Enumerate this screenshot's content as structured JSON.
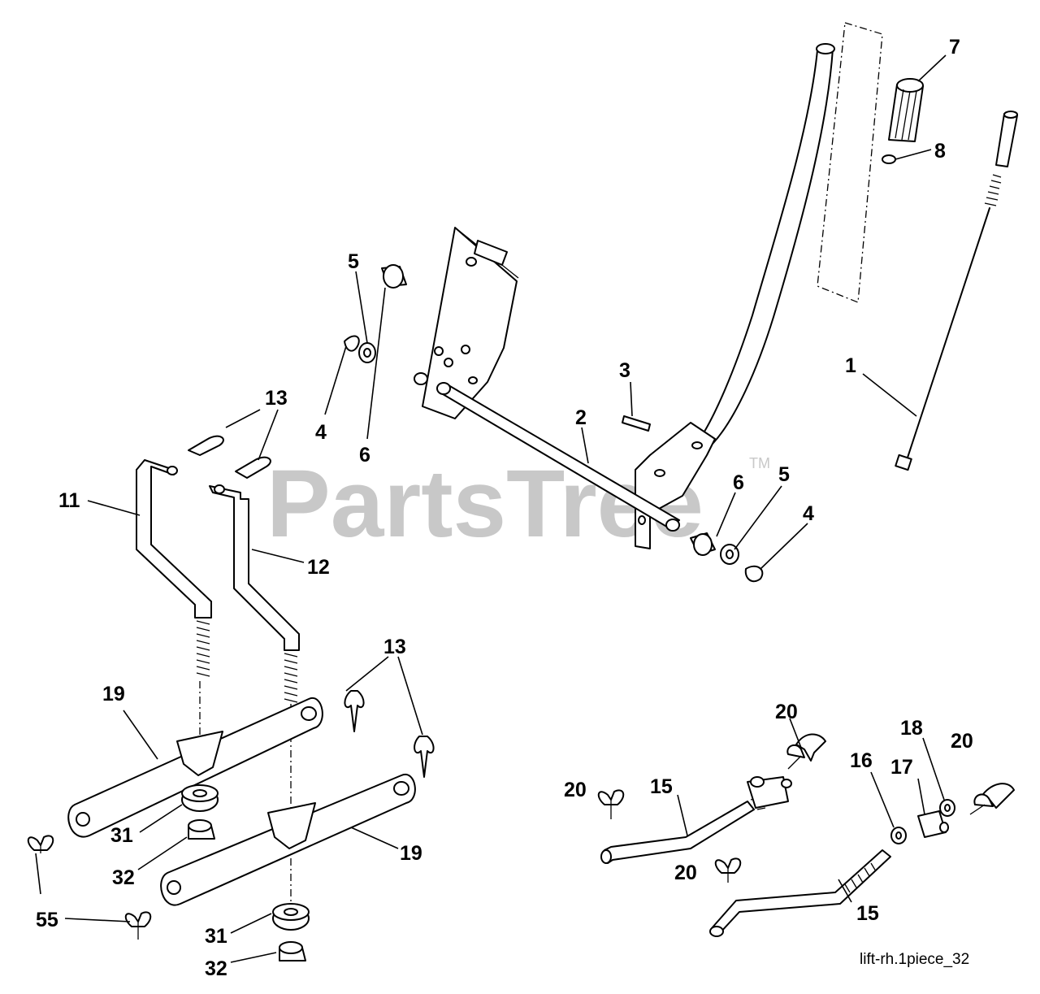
{
  "diagram": {
    "watermark": "PartsTree",
    "watermark_mark": "TM",
    "figure_code": "lift-rh.1piece_32",
    "callouts": [
      {
        "id": "c-7",
        "label": "7"
      },
      {
        "id": "c-8",
        "label": "8"
      },
      {
        "id": "c-1",
        "label": "1"
      },
      {
        "id": "c-5a",
        "label": "5"
      },
      {
        "id": "c-4a",
        "label": "4"
      },
      {
        "id": "c-6a",
        "label": "6"
      },
      {
        "id": "c-3",
        "label": "3"
      },
      {
        "id": "c-2",
        "label": "2"
      },
      {
        "id": "c-6b",
        "label": "6"
      },
      {
        "id": "c-5b",
        "label": "5"
      },
      {
        "id": "c-4b",
        "label": "4"
      },
      {
        "id": "c-13a",
        "label": "13"
      },
      {
        "id": "c-11",
        "label": "11"
      },
      {
        "id": "c-12",
        "label": "12"
      },
      {
        "id": "c-13b",
        "label": "13"
      },
      {
        "id": "c-19a",
        "label": "19"
      },
      {
        "id": "c-19b",
        "label": "19"
      },
      {
        "id": "c-31a",
        "label": "31"
      },
      {
        "id": "c-32a",
        "label": "32"
      },
      {
        "id": "c-31b",
        "label": "31"
      },
      {
        "id": "c-32b",
        "label": "32"
      },
      {
        "id": "c-55",
        "label": "55"
      },
      {
        "id": "c-20a",
        "label": "20"
      },
      {
        "id": "c-20b",
        "label": "20"
      },
      {
        "id": "c-20c",
        "label": "20"
      },
      {
        "id": "c-20d",
        "label": "20"
      },
      {
        "id": "c-15a",
        "label": "15"
      },
      {
        "id": "c-15b",
        "label": "15"
      },
      {
        "id": "c-16",
        "label": "16"
      },
      {
        "id": "c-17",
        "label": "17"
      },
      {
        "id": "c-18",
        "label": "18"
      }
    ]
  }
}
